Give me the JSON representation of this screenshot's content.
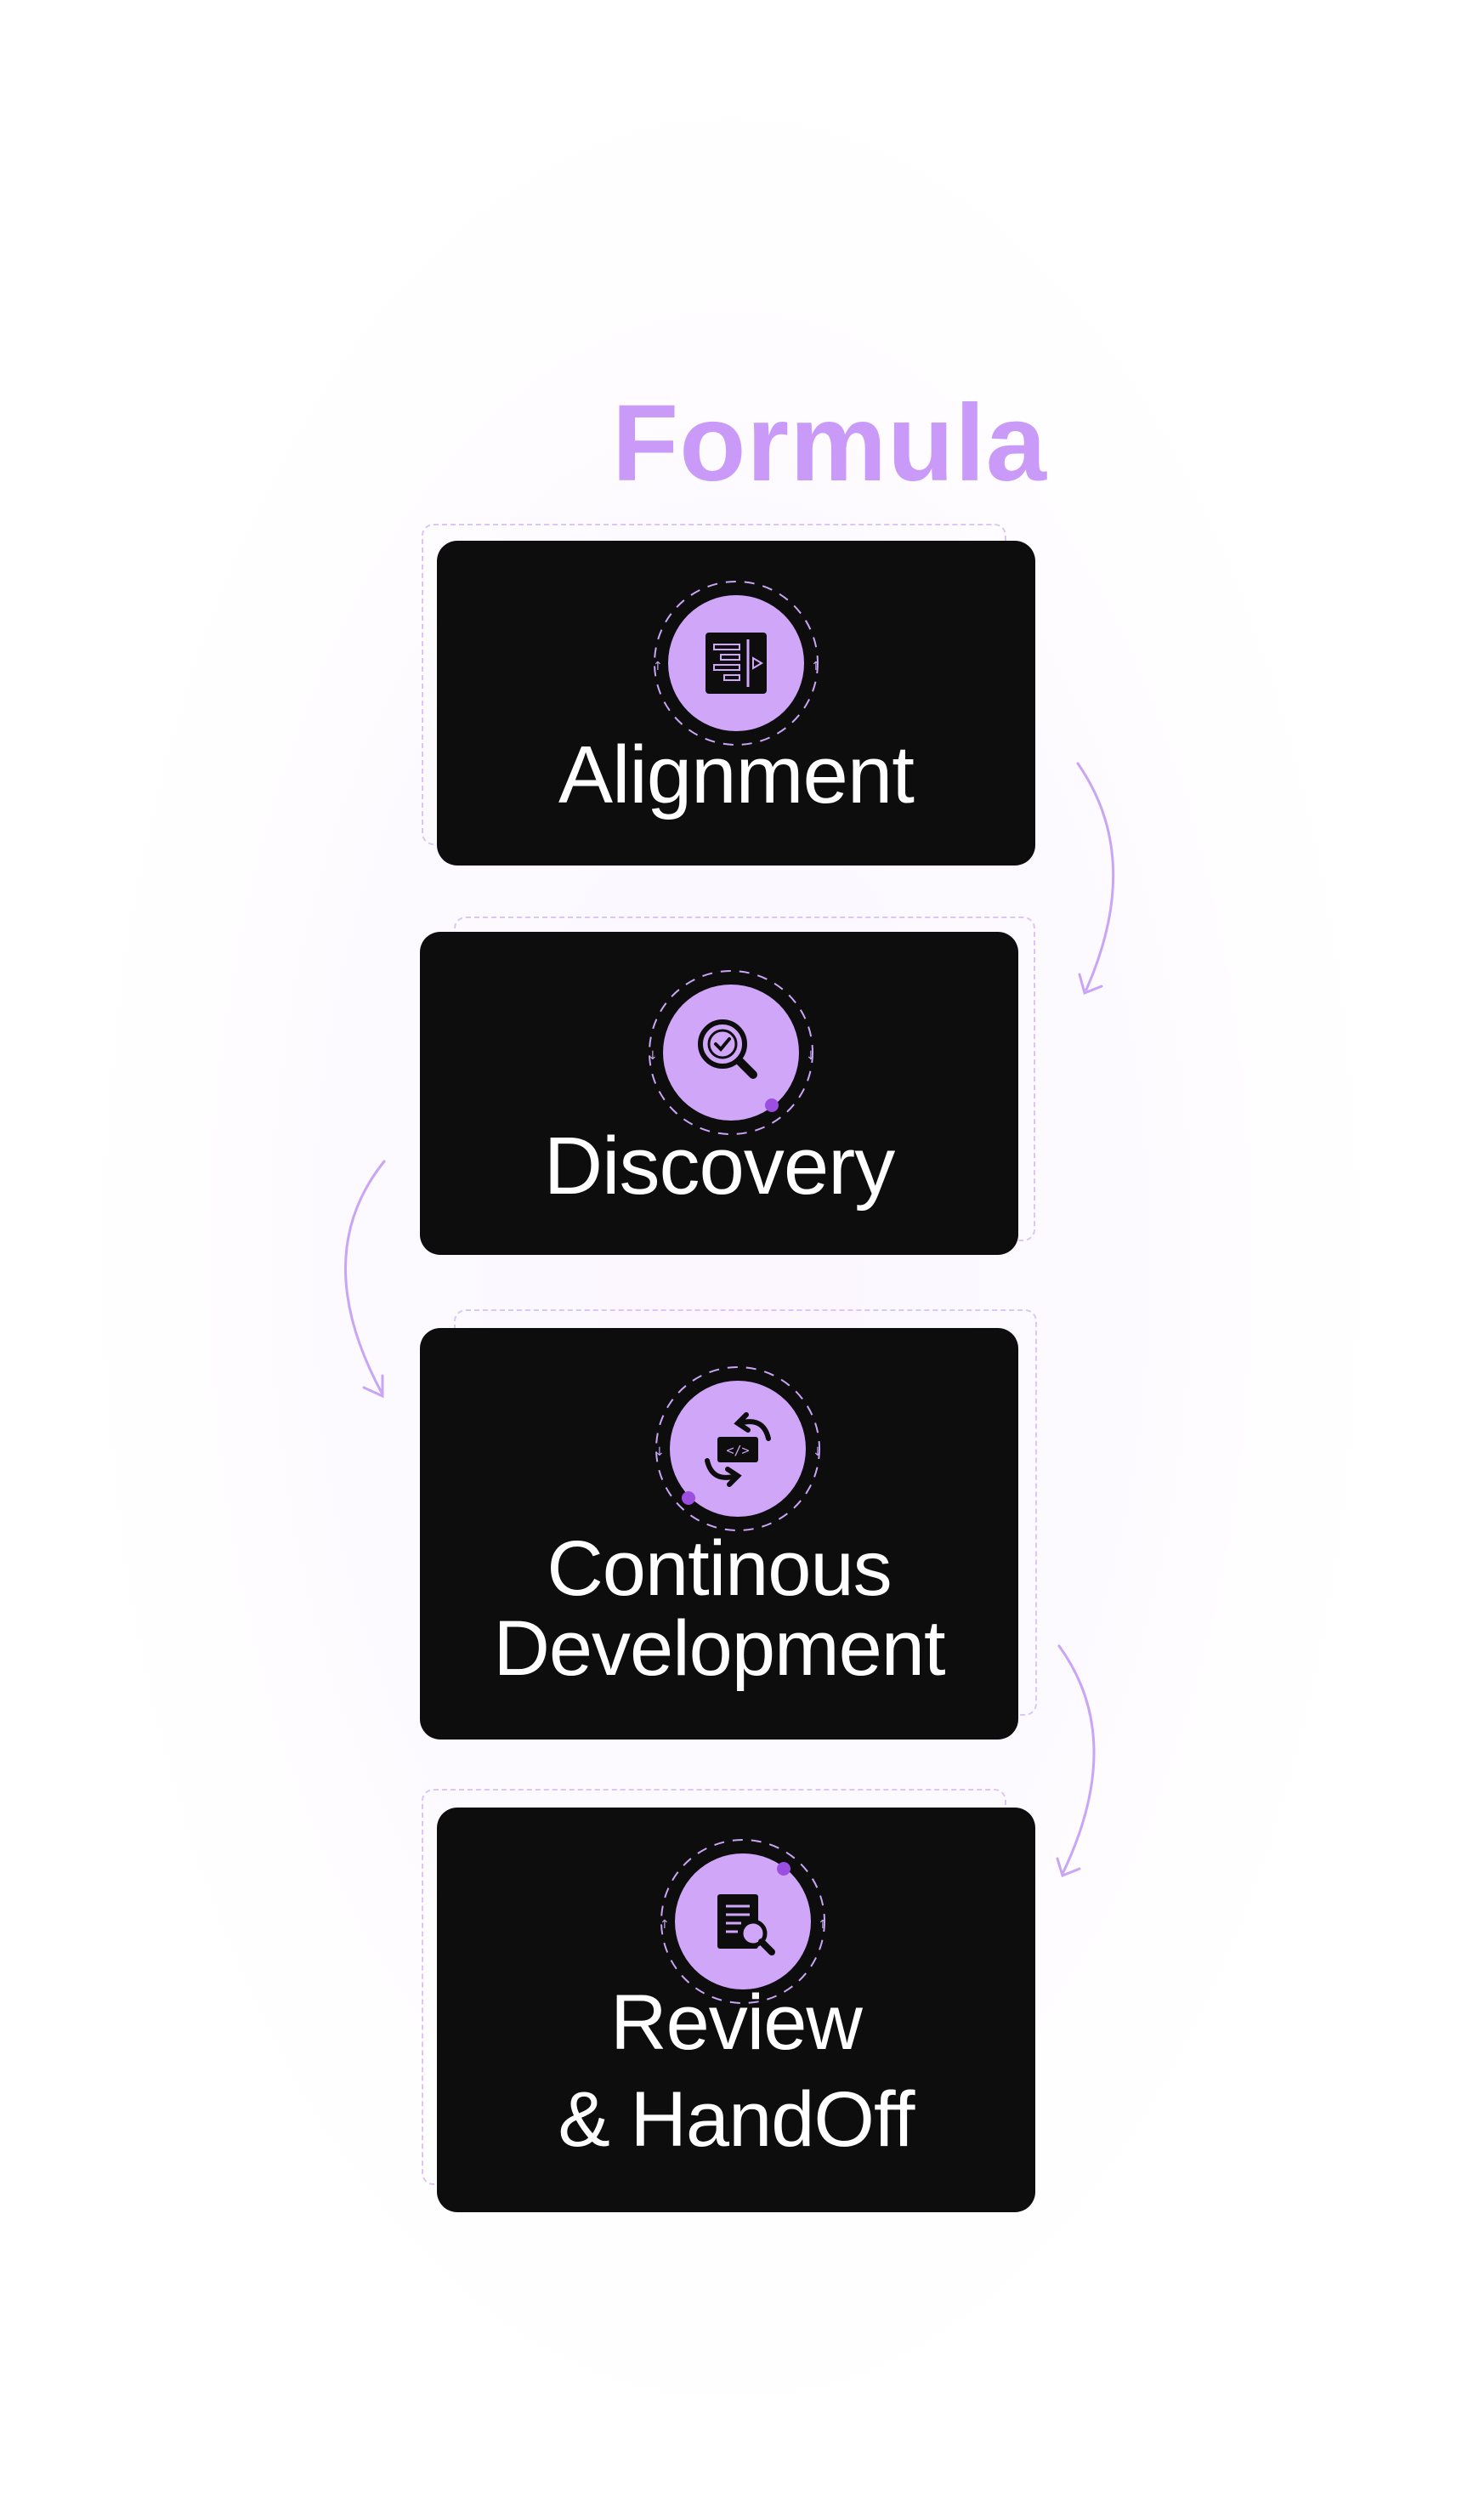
{
  "title": "Formula",
  "colors": {
    "accent": "#c99af7",
    "icon_bg": "#cfa6f8",
    "card_bg": "#0d0d0d",
    "dash": "#dcc6f5",
    "text": "#ffffff"
  },
  "steps": [
    {
      "label_lines": [
        "Alignment"
      ],
      "icon": "align-right-icon"
    },
    {
      "label_lines": [
        "Discovery"
      ],
      "icon": "search-check-icon"
    },
    {
      "label_lines": [
        "Continous",
        "Development"
      ],
      "icon": "code-cycle-icon"
    },
    {
      "label_lines": [
        "Review",
        "& HandOff"
      ],
      "icon": "document-search-icon"
    }
  ]
}
